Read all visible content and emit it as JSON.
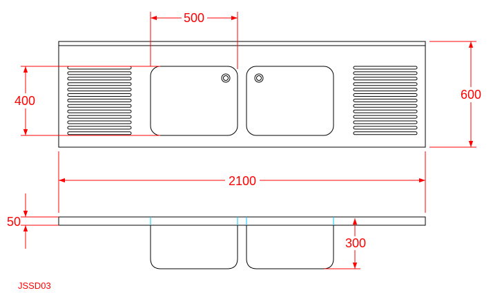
{
  "dimensions": {
    "bowl_width": "500",
    "bowl_depth": "400",
    "overall_depth": "600",
    "overall_length": "2100",
    "top_thickness": "50",
    "bowl_height": "300"
  },
  "drawing_code": "JSSD03",
  "colors": {
    "outline": "#000000",
    "dimension": "#ff0000",
    "hidden_edge": "#00c8ff",
    "background": "#ffffff"
  }
}
